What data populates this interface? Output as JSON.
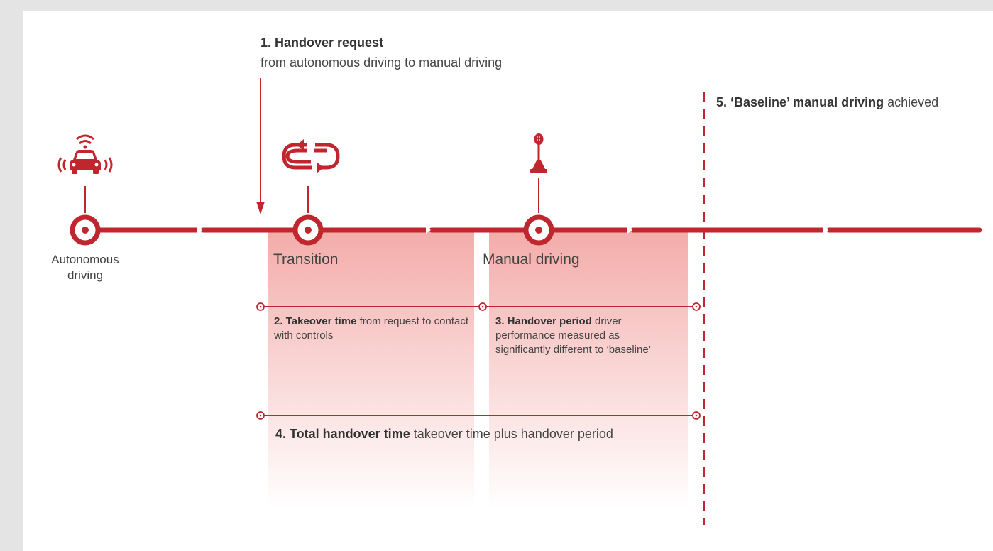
{
  "colors": {
    "accent": "#c0262d",
    "shade": "#f19c99",
    "background": "#e4e4e4",
    "panel": "#ffffff",
    "text": "#444444"
  },
  "icons": {
    "autonomous": "connected-car-icon",
    "transition": "swap-arrows-icon",
    "manual": "gear-stick-icon"
  },
  "step1": {
    "title": "1. Handover request",
    "subtitle": "from autonomous driving to manual driving"
  },
  "nodes": {
    "autonomous": "Autonomous driving",
    "transition": "Transition",
    "manual": "Manual driving"
  },
  "step2": {
    "bold": "2. Takeover time",
    "rest": " from request to contact with controls"
  },
  "step3": {
    "bold": "3. Handover period",
    "rest": " driver performance measured as significantly different to ‘baseline’"
  },
  "step4": {
    "bold": "4. Total handover time",
    "rest": " takeover time plus handover period"
  },
  "step5": {
    "bold": "5. ‘Baseline’ manual driving",
    "rest": " achieved"
  }
}
